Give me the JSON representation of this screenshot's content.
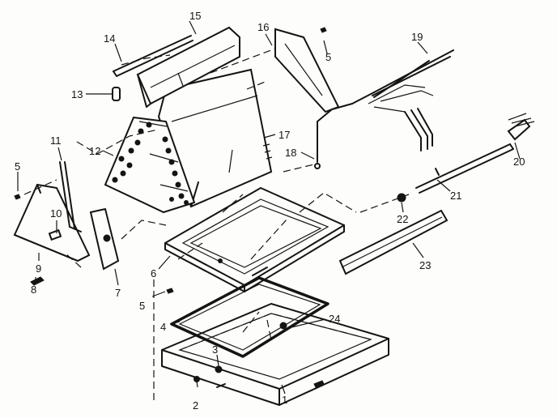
{
  "diagram": {
    "callouts": [
      {
        "id": "c1",
        "text": "1"
      },
      {
        "id": "c2",
        "text": "2"
      },
      {
        "id": "c3",
        "text": "3"
      },
      {
        "id": "c4",
        "text": "4"
      },
      {
        "id": "c5a",
        "text": "5"
      },
      {
        "id": "c5b",
        "text": "5"
      },
      {
        "id": "c5c",
        "text": "5"
      },
      {
        "id": "c6",
        "text": "6"
      },
      {
        "id": "c7",
        "text": "7"
      },
      {
        "id": "c8",
        "text": "8"
      },
      {
        "id": "c9",
        "text": "9"
      },
      {
        "id": "c10",
        "text": "10"
      },
      {
        "id": "c11",
        "text": "11"
      },
      {
        "id": "c12",
        "text": "12"
      },
      {
        "id": "c13",
        "text": "13"
      },
      {
        "id": "c14",
        "text": "14"
      },
      {
        "id": "c15",
        "text": "15"
      },
      {
        "id": "c16",
        "text": "16"
      },
      {
        "id": "c17",
        "text": "17"
      },
      {
        "id": "c18",
        "text": "18"
      },
      {
        "id": "c19",
        "text": "19"
      },
      {
        "id": "c20",
        "text": "20"
      },
      {
        "id": "c21",
        "text": "21"
      },
      {
        "id": "c22",
        "text": "22"
      },
      {
        "id": "c23",
        "text": "23"
      },
      {
        "id": "c24",
        "text": "24"
      }
    ]
  }
}
